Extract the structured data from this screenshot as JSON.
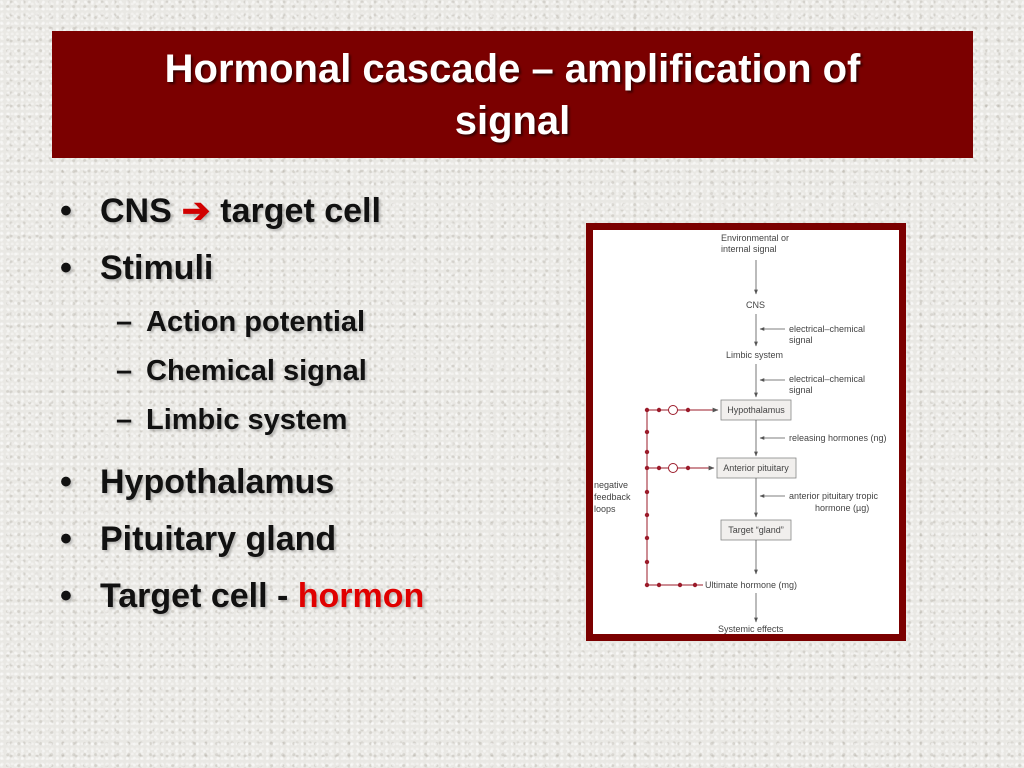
{
  "slide": {
    "title": "Hormonal cascade – amplification of signal"
  },
  "bullets": {
    "cns": {
      "marker": "•",
      "left": "CNS",
      "arrow": "➔",
      "right": "target cell"
    },
    "stimuli": {
      "marker": "•",
      "text": "Stimuli"
    },
    "sub": [
      {
        "marker": "–",
        "text": "Action potential"
      },
      {
        "marker": "–",
        "text": "Chemical signal"
      },
      {
        "marker": "–",
        "text": "Limbic system"
      }
    ],
    "hypothalamus": {
      "marker": "•",
      "text": "Hypothalamus"
    },
    "pituitary": {
      "marker": "•",
      "text": "Pituitary gland"
    },
    "target": {
      "marker": "•",
      "text": "Target cell - ",
      "highlight": "hormon"
    }
  },
  "diagram": {
    "env_line1": "Environmental or",
    "env_line2": "internal signal",
    "cns": "CNS",
    "input1_line1": "electrical–chemical",
    "input1_line2": "signal",
    "limbic": "Limbic system",
    "input2_line1": "electrical–chemical",
    "input2_line2": "signal",
    "hypothalamus": "Hypothalamus",
    "releasing": "releasing hormones (ng)",
    "anterior_pituitary": "Anterior pituitary",
    "tropic_line1": "anterior pituitary tropic",
    "tropic_line2": "hormone (µg)",
    "target_gland": "Target “gland”",
    "ultimate": "Ultimate hormone (mg)",
    "systemic": "Systemic effects",
    "feedback_line1": "negative",
    "feedback_line2": "feedback",
    "feedback_line3": "loops"
  },
  "colors": {
    "title_bar": "#7b0000",
    "highlight": "#e00000",
    "feedback": "#9b1b2a"
  }
}
